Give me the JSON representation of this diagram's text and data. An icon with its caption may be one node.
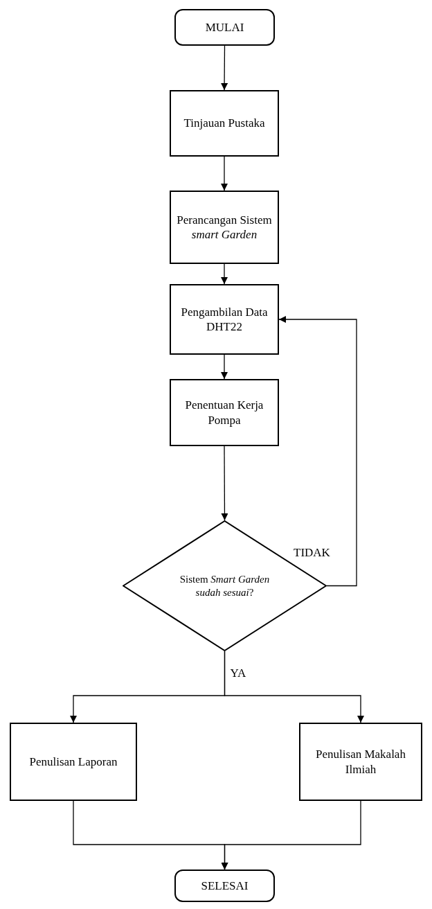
{
  "diagram": {
    "nodes": [
      {
        "text": [
          "MULAI"
        ]
      },
      {
        "text": [
          "Tinjauan Pustaka"
        ]
      },
      {
        "text": [
          "Perancangan Sistem *smart Garden*"
        ]
      },
      {
        "text": [
          "Pengambilan Data DHT22"
        ]
      },
      {
        "text": [
          "Penentuan Kerja Pompa"
        ]
      },
      {
        "text": [
          "Sistem *Smart Garden sudah sesuai*?"
        ]
      },
      {
        "text": [
          "Penulisan Laporan"
        ]
      },
      {
        "text": [
          "Penulisan Makalah Ilmiah"
        ]
      },
      {
        "text": [
          "SELESAI"
        ]
      }
    ],
    "edges": [
      {
        "from": 0,
        "to": 1,
        "arrow": "to"
      },
      {
        "from": 1,
        "to": 2,
        "arrow": "to"
      },
      {
        "from": 2,
        "to": 3,
        "arrow": "to"
      },
      {
        "from": 3,
        "to": 4,
        "arrow": "to"
      },
      {
        "from": 4,
        "to": 5,
        "arrow": "to"
      },
      {
        "from": 5,
        "to": 3,
        "arrow": "to",
        "label": "TIDAK"
      },
      {
        "from": 5,
        "to": 6,
        "arrow": "to",
        "label": "YA"
      },
      {
        "from": 5,
        "to": 7,
        "arrow": "to"
      },
      {
        "from": 6,
        "to": 8,
        "arrow": "to"
      },
      {
        "from": 7,
        "to": 8,
        "arrow": "to"
      }
    ]
  }
}
